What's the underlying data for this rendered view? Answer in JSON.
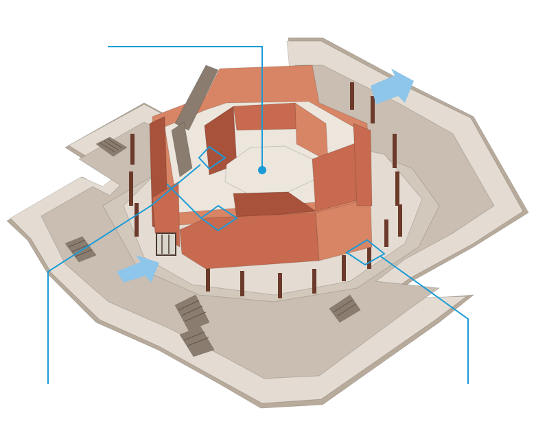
{
  "diagram": {
    "subject": "isometric-octagonal-tower-on-stepped-platform",
    "colors": {
      "callout": "#1a9bd7",
      "arrow": "#8ec5ea",
      "platform_light": "#e4dcd2",
      "platform_top": "#d2c8bc",
      "platform_shadow": "#b8ab9b",
      "cobble": "#c9beb1",
      "wall": "#c76a4f",
      "wall_dark": "#a8513b",
      "wall_light": "#d88566",
      "courtyard": "#ece6dd",
      "post": "#6b3a2a",
      "stair": "#8a7d70"
    },
    "callouts": [
      {
        "id": "central-courtyard",
        "label": ""
      },
      {
        "id": "upper-wall-joint",
        "label": ""
      },
      {
        "id": "lower-wall-joint",
        "label": ""
      },
      {
        "id": "palisade-post",
        "label": ""
      }
    ],
    "arrows": [
      {
        "id": "entry-arrow-upper-right",
        "direction": "down-left"
      },
      {
        "id": "entry-arrow-lower-left",
        "direction": "up-right"
      }
    ]
  }
}
